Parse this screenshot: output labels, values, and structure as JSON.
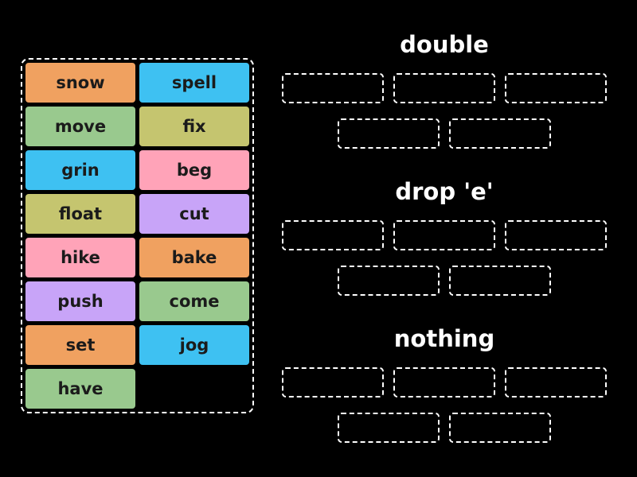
{
  "palette": {
    "orange": "#f0a160",
    "blue": "#3ec1f2",
    "green": "#99c98e",
    "khaki": "#c5c56f",
    "pink": "#ffa3b8",
    "purple": "#c8a4f8",
    "background": "#000000",
    "border": "#ffffff",
    "tile_text": "#1b1b1b",
    "title_text": "#ffffff"
  },
  "source": {
    "tiles": [
      {
        "label": "snow",
        "color": "#f0a160"
      },
      {
        "label": "spell",
        "color": "#3ec1f2"
      },
      {
        "label": "move",
        "color": "#99c98e"
      },
      {
        "label": "fix",
        "color": "#c5c56f"
      },
      {
        "label": "grin",
        "color": "#3ec1f2"
      },
      {
        "label": "beg",
        "color": "#ffa3b8"
      },
      {
        "label": "float",
        "color": "#c5c56f"
      },
      {
        "label": "cut",
        "color": "#c8a4f8"
      },
      {
        "label": "hike",
        "color": "#ffa3b8"
      },
      {
        "label": "bake",
        "color": "#f0a160"
      },
      {
        "label": "push",
        "color": "#c8a4f8"
      },
      {
        "label": "come",
        "color": "#99c98e"
      },
      {
        "label": "set",
        "color": "#f0a160"
      },
      {
        "label": "jog",
        "color": "#3ec1f2"
      },
      {
        "label": "have",
        "color": "#99c98e"
      }
    ]
  },
  "groups": [
    {
      "title": "double",
      "slots_row1": 3,
      "slots_row2": 2
    },
    {
      "title": "drop 'e'",
      "slots_row1": 3,
      "slots_row2": 2
    },
    {
      "title": "nothing",
      "slots_row1": 3,
      "slots_row2": 2
    }
  ]
}
